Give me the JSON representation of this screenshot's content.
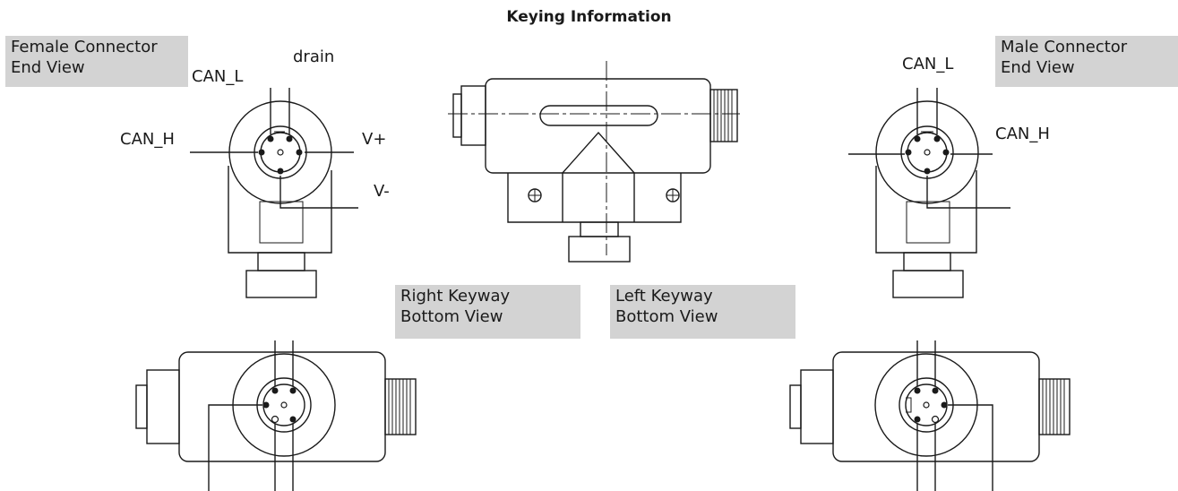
{
  "title": "Keying Information",
  "boxes": {
    "female": [
      "Female Connector",
      "End View"
    ],
    "male": [
      "Male Connector",
      "End View"
    ],
    "right_keyway": [
      "Right Keyway",
      "Bottom View"
    ],
    "left_keyway": [
      "Left Keyway",
      "Bottom View"
    ]
  },
  "pin_labels": {
    "female": {
      "drain": "drain",
      "can_l": "CAN_L",
      "can_h": "CAN_H",
      "v_plus": "V+",
      "v_minus": "V-"
    },
    "male": {
      "can_l": "CAN_L",
      "can_h": "CAN_H"
    }
  },
  "colors": {
    "label_box": "#d3d3d3",
    "ink": "#1a1a1a"
  }
}
